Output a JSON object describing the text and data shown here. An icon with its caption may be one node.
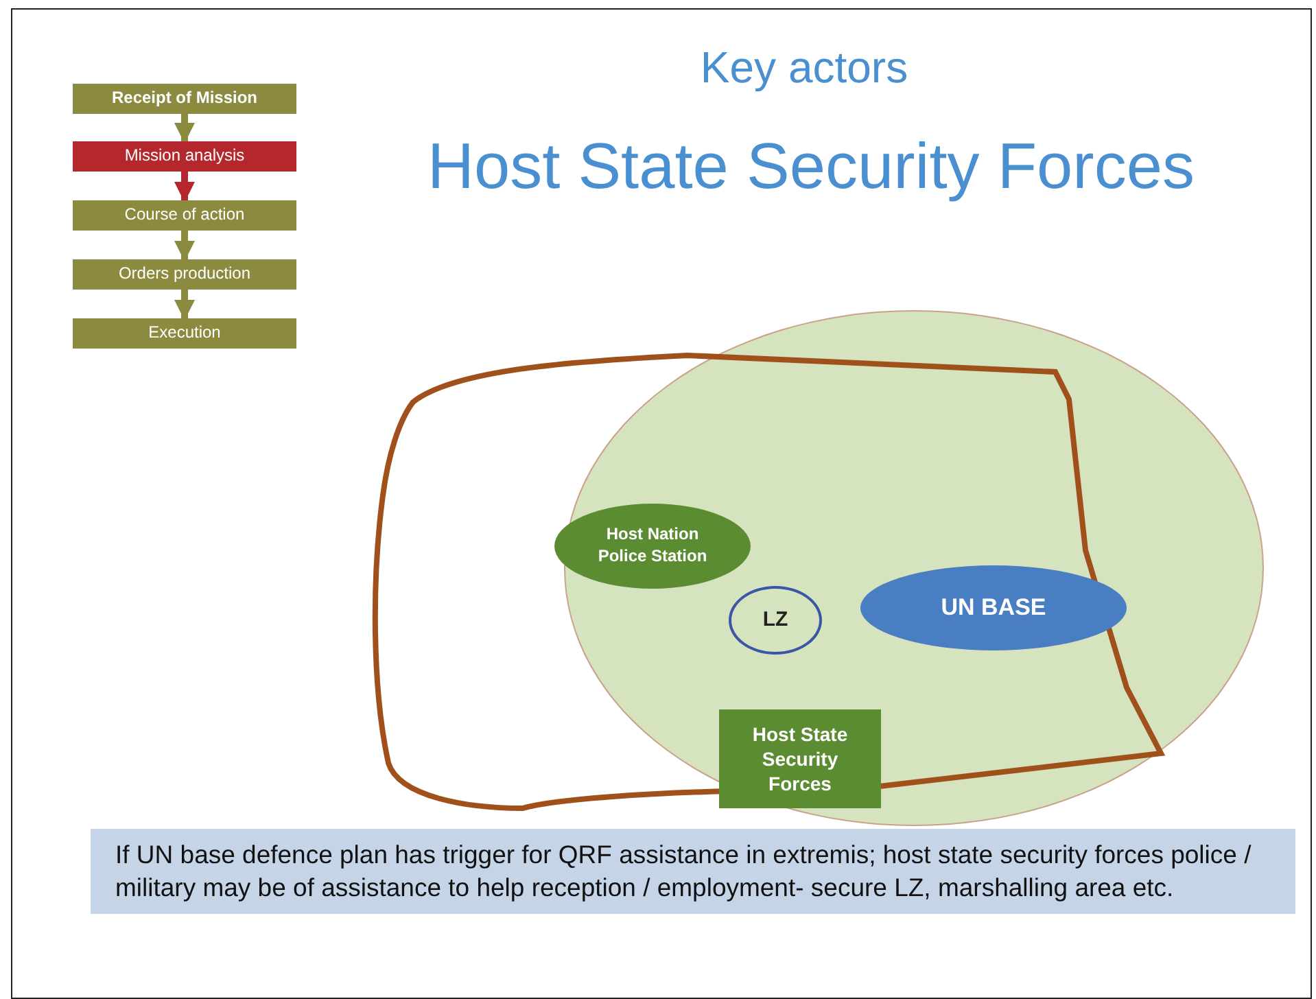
{
  "diagram": {
    "title": "Host State Security Forces",
    "nodes": [
      {
        "text": [
          "Receipt of Mission"
        ]
      },
      {
        "text": [
          "Mission analysis"
        ]
      },
      {
        "text": [
          "Course of action"
        ]
      },
      {
        "text": [
          "Orders production"
        ]
      },
      {
        "text": [
          "Execution"
        ]
      },
      {
        "text": [],
        "shape": "circle"
      },
      {
        "text": [
          "Host Nation Police Station"
        ],
        "in": 5
      },
      {
        "text": [
          "LZ"
        ],
        "in": 5
      },
      {
        "text": [
          "UN BASE"
        ],
        "in": 5
      },
      {
        "text": [
          "Host State Security Forces"
        ],
        "in": 5
      }
    ],
    "edges": [
      {
        "from": 0,
        "to": 1,
        "arrow": "to"
      },
      {
        "from": 1,
        "to": 2,
        "arrow": "to",
        "color": "#b3272d"
      },
      {
        "from": 2,
        "to": 3,
        "arrow": "to"
      },
      {
        "from": 3,
        "to": 4,
        "arrow": "to"
      }
    ],
    "labels": [
      "Key actors",
      "If UN base defence plan has trigger for QRF assistance in extremis; host state security forces police / military may be of assistance to help reception / employment- secure LZ, marshalling area etc."
    ]
  }
}
